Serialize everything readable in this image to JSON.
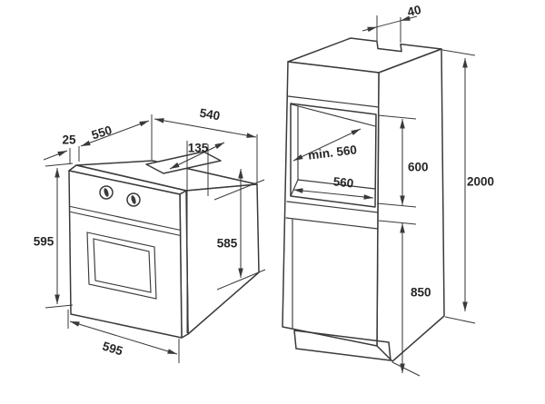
{
  "canvas": {
    "width": "600",
    "height": "445",
    "background": "#ffffff"
  },
  "style": {
    "line_color": "#3a3a3a",
    "label_color": "#262626"
  },
  "oven": {
    "dims": {
      "front_frame_depth": "25",
      "total_depth": "550",
      "body_depth": "540",
      "top_vent_offset": "135",
      "front_height": "595",
      "body_height": "585",
      "front_width": "595"
    }
  },
  "cabinet": {
    "dims": {
      "top_rear_gap": "40",
      "niche_min_depth": "min. 560",
      "niche_width": "560",
      "niche_height": "600",
      "base_height": "850",
      "total_height": "2000"
    }
  }
}
